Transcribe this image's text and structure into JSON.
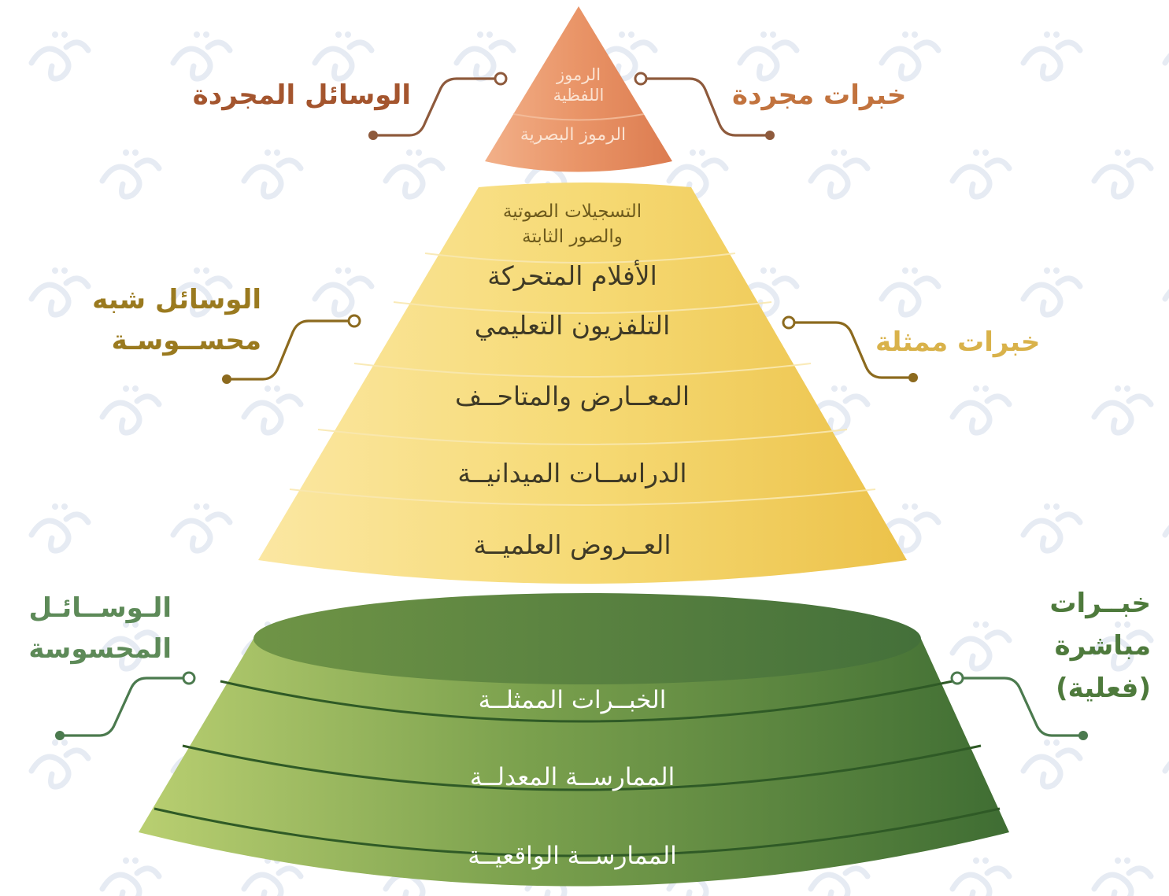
{
  "top_tier": {
    "item1_line1": "الرموز",
    "item1_line2": "اللفظية",
    "item2": "الرموز البصرية"
  },
  "middle_tier": {
    "item1_line1": "التسجيلات الصوتية",
    "item1_line2": "والصور الثابتة",
    "item2": "الأفلام المتحركة",
    "item3": "التلفزيون التعليمي",
    "item4": "المعــارض والمتاحــف",
    "item5": "الدراســات الميدانيــة",
    "item6": "العــروض العلميــة"
  },
  "bottom_tier": {
    "item1": "الخبــرات الممثلــة",
    "item2": "الممارســة المعدلــة",
    "item3": "الممارســة الواقعيــة"
  },
  "left_labels": {
    "top": "الوسائل المجردة",
    "middle_line1": "الوسائل شبه",
    "middle_line2": "محســوسـة",
    "bottom_line1": "الـوســائـل",
    "bottom_line2": "المحسوسة"
  },
  "right_labels": {
    "top": "خبرات مجردة",
    "middle": "خبرات ممثلة",
    "bottom_line1": "خبــرات",
    "bottom_line2": "مباشرة",
    "bottom_line3": "(فعلية)"
  },
  "colors": {
    "top": "#e8956a",
    "middle": "#f5d66c",
    "bottom": "#5d8a42",
    "label_top": "#a4552e",
    "label_middle": "#9a7a1f",
    "label_bottom": "#4e7a3c"
  }
}
